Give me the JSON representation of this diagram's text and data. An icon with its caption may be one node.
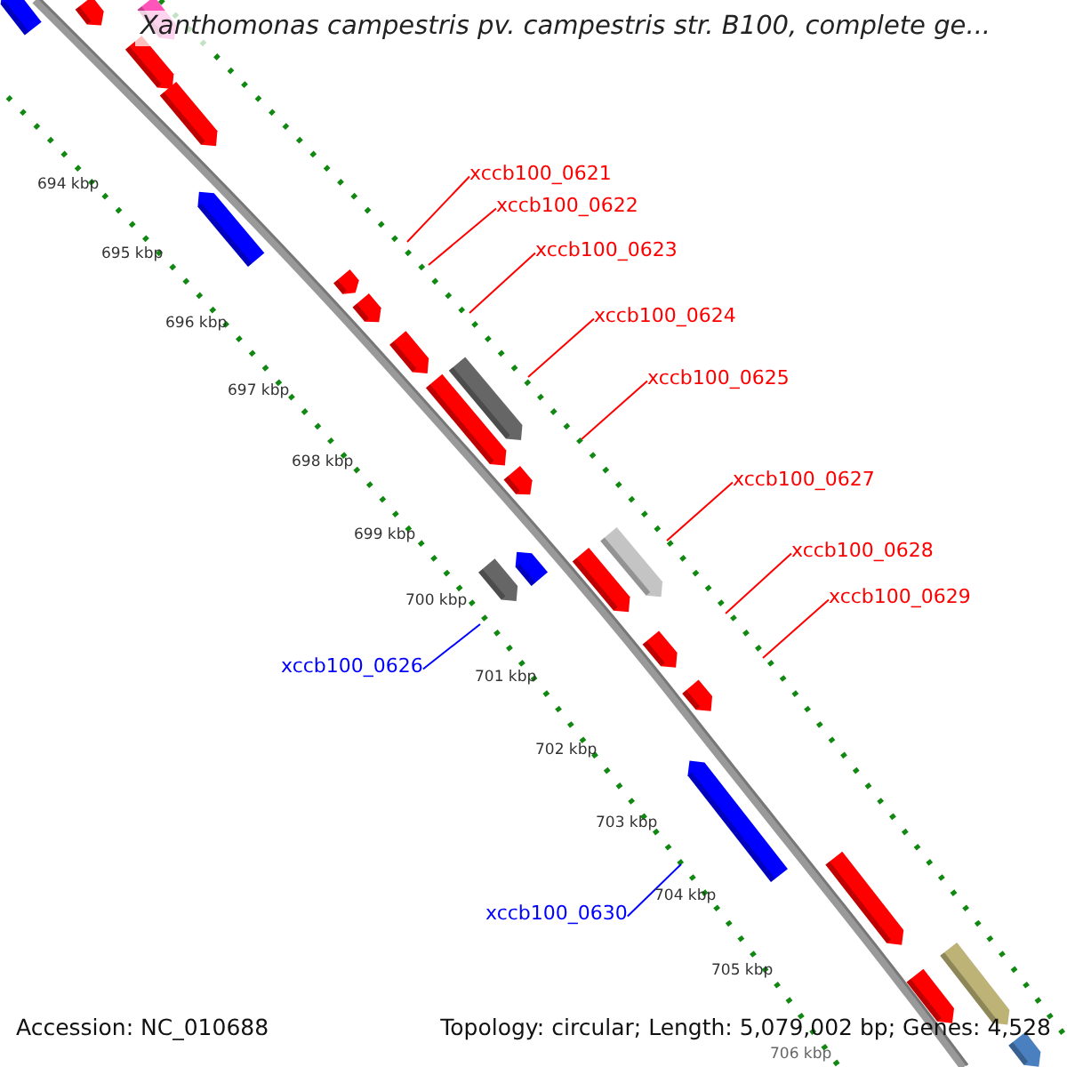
{
  "diagram": {
    "title": "Xanthomonas campestris pv. campestris str. B100, complete ge...",
    "nodes": [
      {
        "text": [
          "xccb100_0621"
        ]
      },
      {
        "text": [
          "xccb100_0622"
        ]
      },
      {
        "text": [
          "xccb100_0623"
        ]
      },
      {
        "text": [
          "xccb100_0624"
        ]
      },
      {
        "text": [
          "xccb100_0625"
        ]
      },
      {
        "text": [
          "xccb100_0627"
        ]
      },
      {
        "text": [
          "xccb100_0628"
        ]
      },
      {
        "text": [
          "xccb100_0629"
        ]
      },
      {
        "text": [
          "xccb100_0626"
        ]
      },
      {
        "text": [
          "xccb100_0630"
        ]
      }
    ],
    "edges": [
      {
        "from": 0,
        "to": null,
        "arrow": "none"
      },
      {
        "from": 1,
        "to": null,
        "arrow": "none"
      },
      {
        "from": 2,
        "to": null,
        "arrow": "none"
      },
      {
        "from": 3,
        "to": null,
        "arrow": "none"
      },
      {
        "from": 4,
        "to": null,
        "arrow": "none"
      },
      {
        "from": 5,
        "to": null,
        "arrow": "none"
      },
      {
        "from": 6,
        "to": null,
        "arrow": "none"
      },
      {
        "from": 7,
        "to": null,
        "arrow": "none"
      },
      {
        "from": 8,
        "to": null,
        "arrow": "none",
        "color": "#0000ff"
      },
      {
        "from": 9,
        "to": null,
        "arrow": "none",
        "color": "#0000ff"
      }
    ],
    "labels": [
      "694 kbp",
      "695 kbp",
      "696 kbp",
      "697 kbp",
      "698 kbp",
      "699 kbp",
      "700 kbp",
      "701 kbp",
      "702 kbp",
      "703 kbp",
      "704 kbp",
      "705 kbp",
      "706 kbp",
      "Accession: NC_010688",
      "Topology: circular; Length: 5,079,002 bp; Genes: 4,528"
    ]
  }
}
